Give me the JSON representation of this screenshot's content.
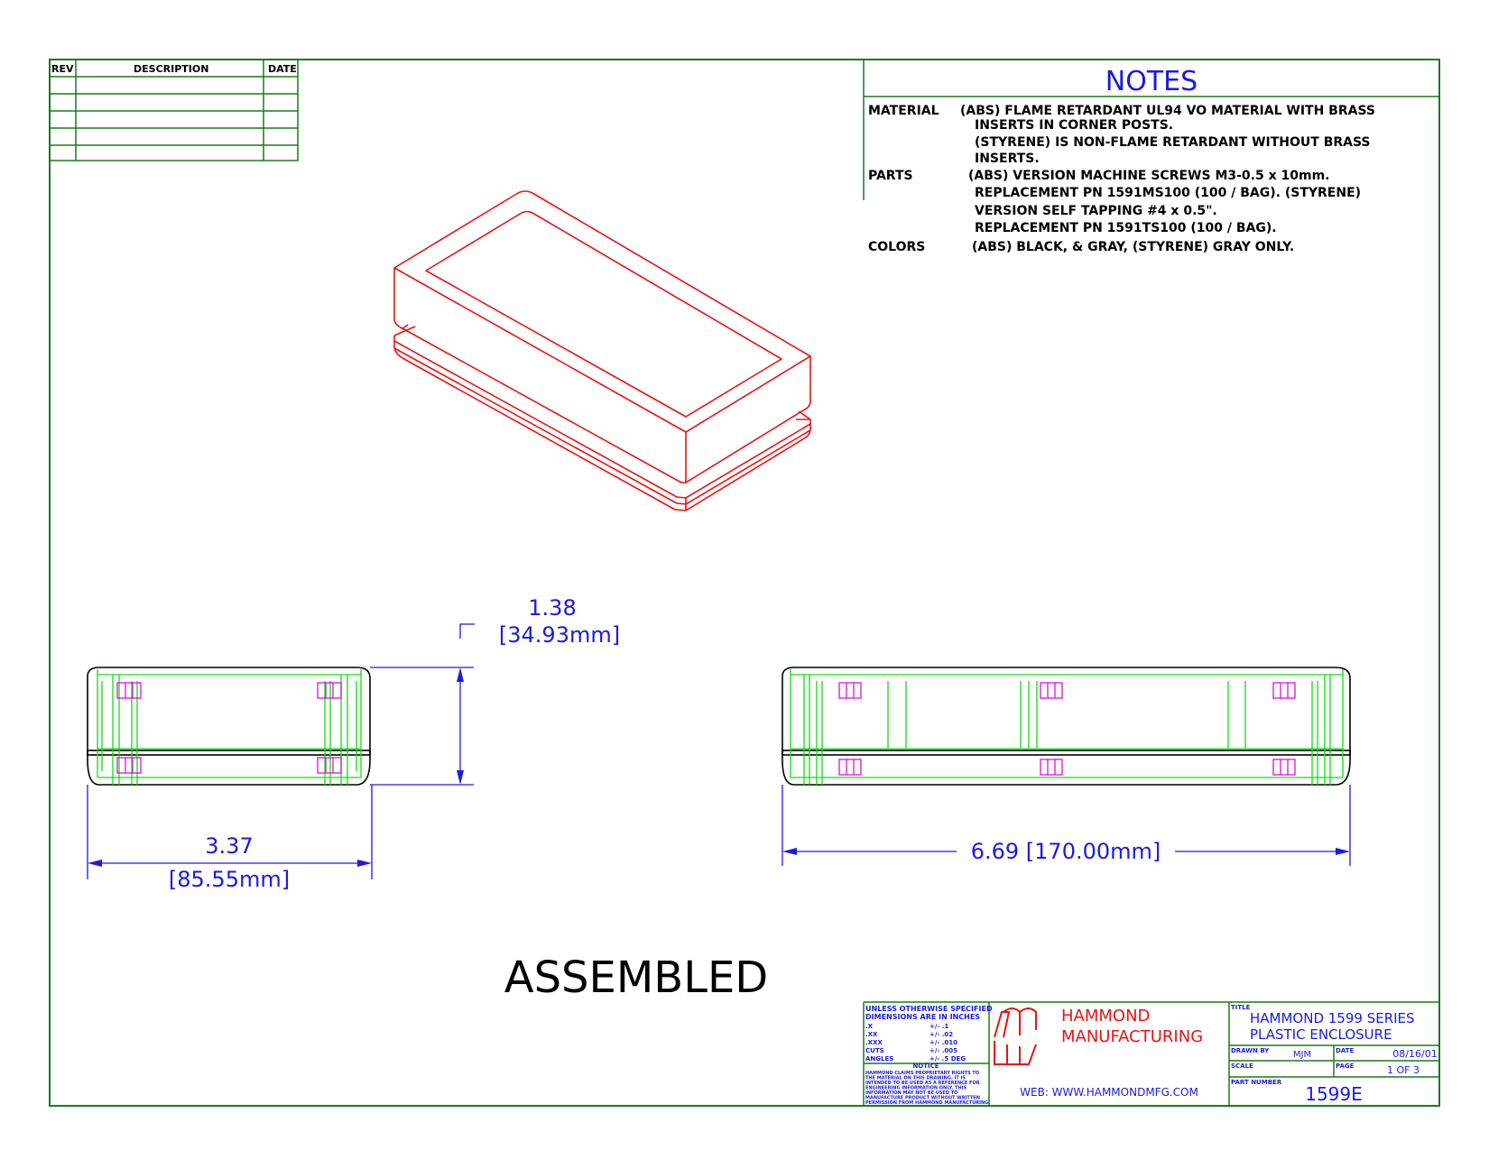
{
  "rev_block": {
    "rev": "REV",
    "description": "DESCRIPTION",
    "date": "DATE"
  },
  "notes": {
    "title": "NOTES",
    "material_label": "MATERIAL",
    "material_lines": [
      "(ABS) FLAME RETARDANT UL94 VO MATERIAL WITH BRASS",
      "INSERTS IN CORNER POSTS.",
      "(STYRENE) IS NON-FLAME RETARDANT WITHOUT BRASS",
      "INSERTS."
    ],
    "parts_label": "PARTS",
    "parts_lines": [
      "(ABS) VERSION MACHINE SCREWS M3-0.5 x 10mm.",
      "REPLACEMENT PN 1591MS100 (100 / BAG). (STYRENE)",
      "VERSION SELF TAPPING #4 x 0.5\".",
      "REPLACEMENT PN 1591TS100 (100 / BAG)."
    ],
    "colors_label": "COLORS",
    "colors_line": "(ABS) BLACK, & GRAY, (STYRENE) GRAY ONLY."
  },
  "dimensions": {
    "height_in": "1.38",
    "height_mm": "[34.93mm]",
    "width_in": "3.37",
    "width_mm": "[85.55mm]",
    "length": "6.69 [170.00mm]"
  },
  "view_label": "ASSEMBLED",
  "title_block": {
    "tolerance_header_1": "UNLESS OTHERWISE SPECIFIED",
    "tolerance_header_2": "DIMENSIONS ARE IN INCHES",
    "tol_rows": [
      {
        "k": ".X",
        "v": "+/- .1"
      },
      {
        "k": ".XX",
        "v": "+/- .02"
      },
      {
        "k": ".XXX",
        "v": "+/- .010"
      },
      {
        "k": "CUTS",
        "v": "+/- .005"
      },
      {
        "k": "ANGLES",
        "v": "+/- .5 DEG"
      }
    ],
    "notice_title": "NOTICE",
    "notice_lines": [
      "HAMMOND CLAIMS PROPRIETARY RIGHTS TO",
      "THE MATERIAL ON THIS DRAWING. IT IS",
      "INTENDED TO BE USED AS A REFERENCE FOR",
      "ENGINEERING INFORMATION ONLY. THIS",
      "INFORMATION MAY NOT BE USED TO",
      "MANUFACTURE PRODUCT WITHOUT WRITTEN",
      "PERMISSION FROM HAMMOND MANUFACTURING."
    ],
    "company_1": "HAMMOND",
    "company_2": "MANUFACTURING",
    "web": "WEB: WWW.HAMMONDMFG.COM",
    "title_label": "TITLE",
    "title_1": "HAMMOND 1599 SERIES",
    "title_2": "PLASTIC ENCLOSURE",
    "drawn_by_label": "DRAWN BY",
    "drawn_by": "MJM",
    "date_label": "DATE",
    "date": "08/16/01",
    "scale_label": "SCALE",
    "page_label": "PAGE",
    "page": "1 OF 3",
    "part_number_label": "PART NUMBER",
    "part_number": "1599E"
  },
  "colors": {
    "border": "#1a7a1a",
    "dimension": "#1a1ae6",
    "iso": "#ee1111",
    "inner": "#11dd11",
    "insert": "#dd11dd",
    "company": "#ee1111"
  }
}
